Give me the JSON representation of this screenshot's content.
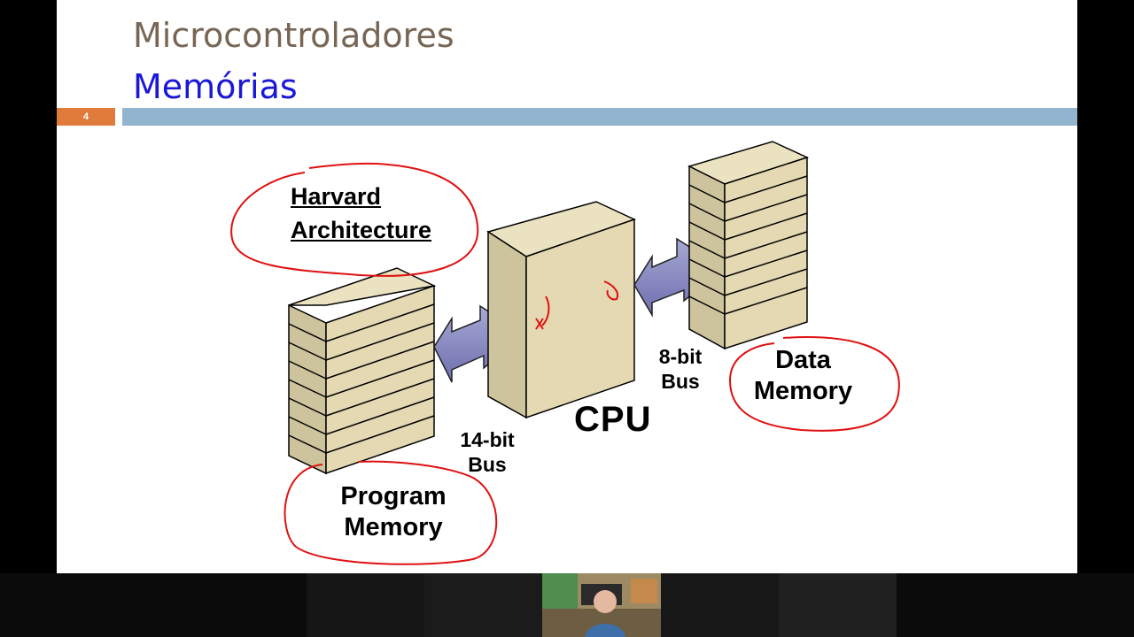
{
  "slide": {
    "title": "Microcontroladores",
    "subtitle": "Memórias",
    "page_number": "4",
    "colors": {
      "title": "#776655",
      "subtitle": "#1a18d6",
      "accent": "#e17b3c",
      "bar": "#92b4cf",
      "ink": "#e01010"
    }
  },
  "diagram": {
    "heading_line1": "Harvard",
    "heading_line2": "Architecture",
    "cpu_label": "CPU",
    "program_bus_line1": "14-bit",
    "program_bus_line2": "Bus",
    "data_bus_line1": "8-bit",
    "data_bus_line2": "Bus",
    "program_memory_line1": "Program",
    "program_memory_line2": "Memory",
    "data_memory_line1": "Data",
    "data_memory_line2": "Memory"
  },
  "video_bar": {
    "camera_icon": "webcam-presenter"
  }
}
